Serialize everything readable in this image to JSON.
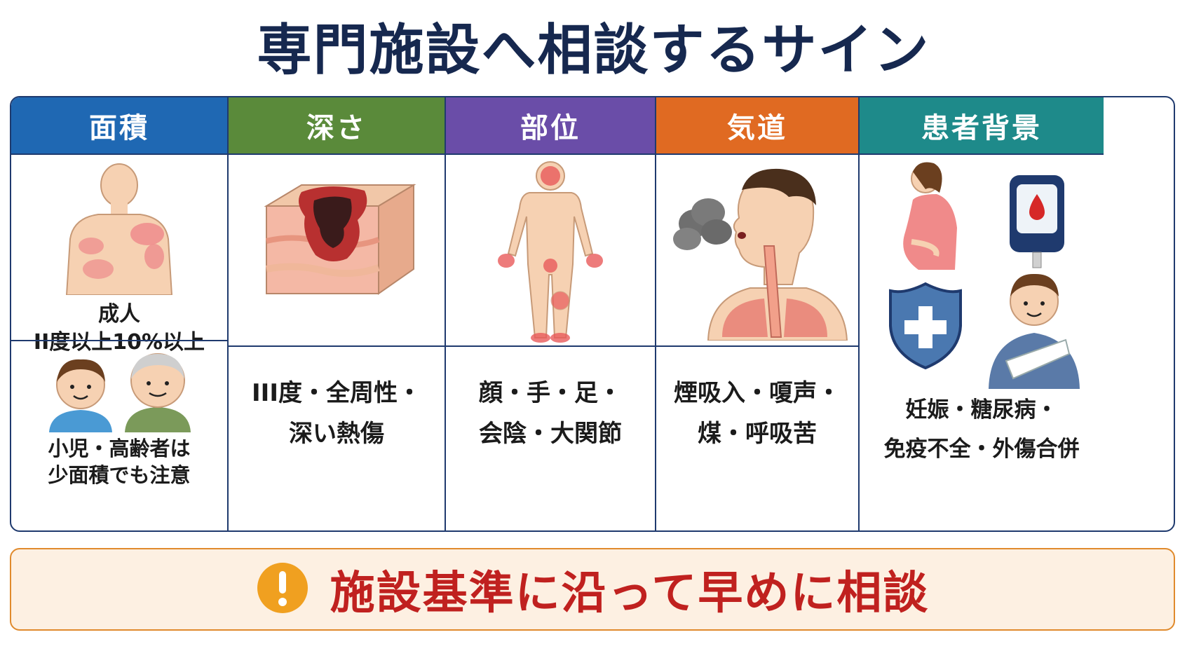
{
  "title": "専門施設へ相談するサイン",
  "columns": [
    {
      "header": "面積",
      "color": "#1f68b3",
      "text_top": "成人\nII度以上10%以上",
      "text_bottom": "小児・高齢者は\n少面積でも注意",
      "icons": [
        "adult-back-burn-icon",
        "child-icon",
        "elderly-icon"
      ]
    },
    {
      "header": "深さ",
      "color": "#5a8a3a",
      "text": "III度・全周性・\n深い熱傷",
      "icons": [
        "skin-layer-burn-icon"
      ]
    },
    {
      "header": "部位",
      "color": "#6a4da8",
      "text": "顔・手・足・\n会陰・大関節",
      "icons": [
        "body-regions-icon"
      ]
    },
    {
      "header": "気道",
      "color": "#e06a22",
      "text": "煙吸入・嗄声・\n煤・呼吸苦",
      "icons": [
        "smoke-inhalation-icon"
      ]
    },
    {
      "header": "患者背景",
      "color": "#1e8a8a",
      "text": "妊娠・糖尿病・\n免疫不全・外傷合併",
      "icons": [
        "pregnant-woman-icon",
        "glucose-meter-icon",
        "shield-plus-icon",
        "injured-man-icon"
      ]
    }
  ],
  "banner": {
    "text": "施設基準に沿って早めに相談",
    "icon": "exclamation-icon",
    "icon_color": "#f0a020",
    "text_color": "#c0211f"
  }
}
